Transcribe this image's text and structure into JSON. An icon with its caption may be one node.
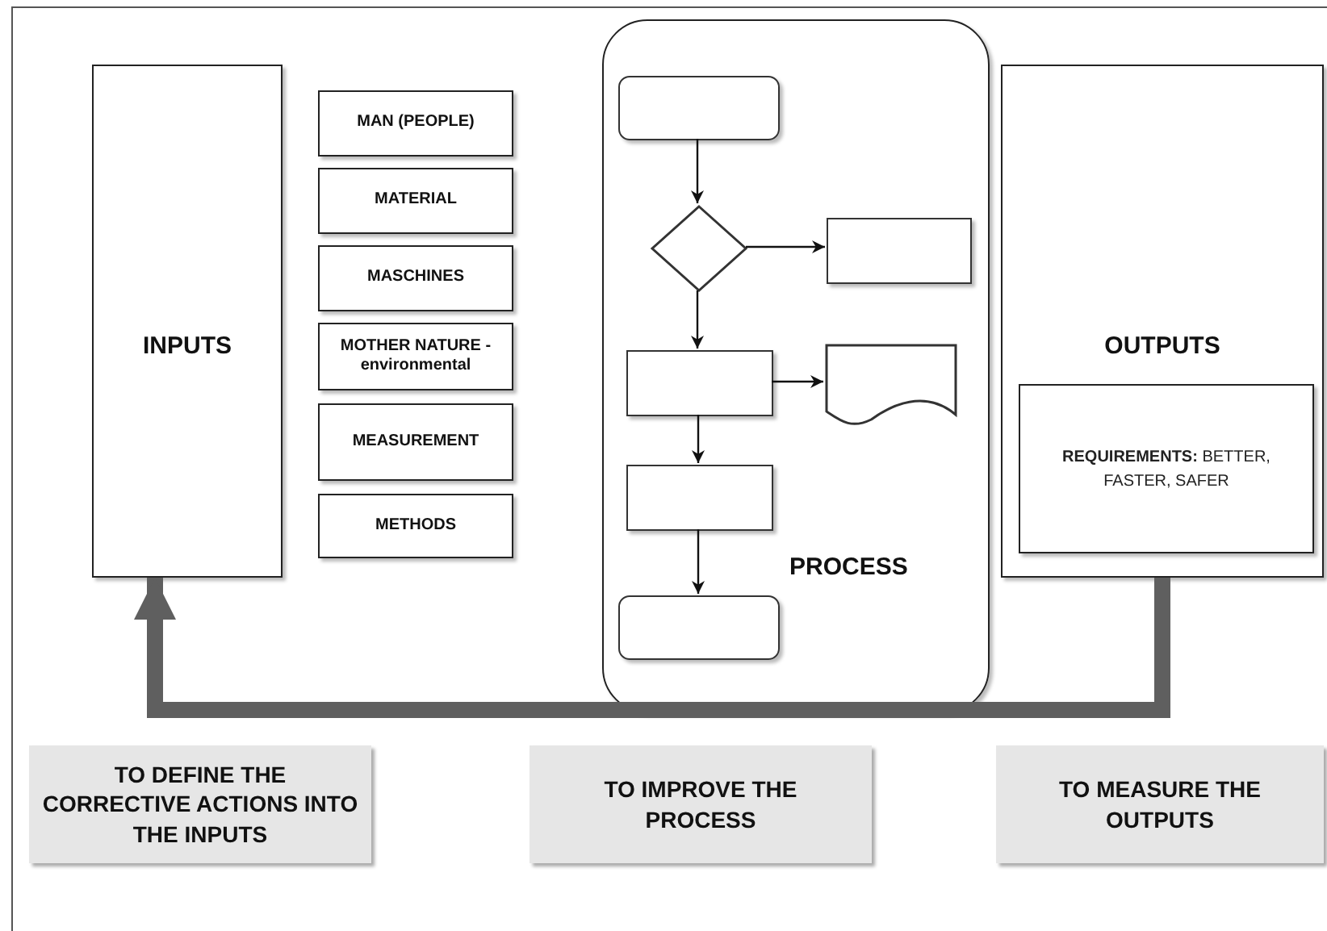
{
  "diagram": {
    "nodes": [
      {
        "text": [
          "INPUTS"
        ]
      },
      {
        "text": [
          "MAN (PEOPLE)"
        ]
      },
      {
        "text": [
          "MATERIAL"
        ]
      },
      {
        "text": [
          "MASCHINES"
        ]
      },
      {
        "text": [
          "MOTHER NATURE - environmental"
        ]
      },
      {
        "text": [
          "MEASUREMENT"
        ]
      },
      {
        "text": [
          "METHODS"
        ]
      },
      {
        "text": [
          "PROCESS"
        ]
      },
      {
        "text": [],
        "shape": "box",
        "in": 7
      },
      {
        "text": [],
        "shape": "diamond",
        "in": 7
      },
      {
        "text": [],
        "shape": "box",
        "in": 7
      },
      {
        "text": [],
        "shape": "box",
        "in": 7
      },
      {
        "text": [],
        "shape": "document",
        "in": 7
      },
      {
        "text": [],
        "shape": "box",
        "in": 7
      },
      {
        "text": [],
        "shape": "box",
        "in": 7
      },
      {
        "text": [
          "OUTPUTS"
        ]
      },
      {
        "text": [
          "**REQUIREMENTS:** BETTER, FASTER, SAFER"
        ],
        "in": 15
      },
      {
        "text": [
          "TO DEFINE THE CORRECTIVE ACTIONS INTO THE INPUTS"
        ]
      },
      {
        "text": [
          "TO IMPROVE THE PROCESS"
        ]
      },
      {
        "text": [
          "TO MEASURE THE OUTPUTS"
        ]
      }
    ],
    "edges": [
      {
        "from": 8,
        "to": 9,
        "arrow": "to"
      },
      {
        "from": 9,
        "to": 10,
        "arrow": "to"
      },
      {
        "from": 9,
        "to": 11,
        "arrow": "to"
      },
      {
        "from": 11,
        "to": 12,
        "arrow": "to"
      },
      {
        "from": 11,
        "to": 13,
        "arrow": "to"
      },
      {
        "from": 13,
        "to": 14,
        "arrow": "to"
      },
      {
        "from": 15,
        "to": 0,
        "arrow": "to",
        "style": "thick",
        "color": "#5f5f5f"
      }
    ]
  }
}
